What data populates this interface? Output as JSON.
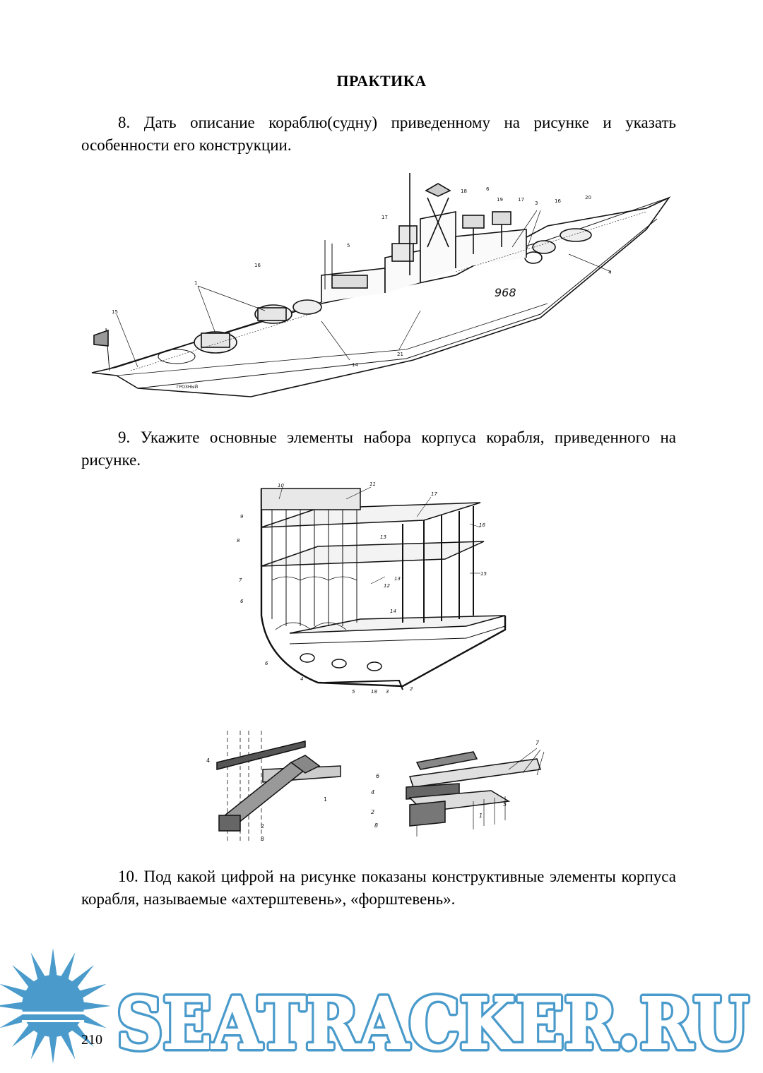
{
  "page": {
    "heading": "ПРАКТИКА",
    "page_number": "210"
  },
  "questions": [
    {
      "text": "8. Дать описание кораблю(судну) приведенному на рисунке и указать особенности его конструкции."
    },
    {
      "text": "9. Укажите основные элементы набора корпуса корабля, приведенного на рисунке."
    },
    {
      "text": "10. Под какой цифрой на рисунке показаны конструктивные элементы корпуса корабля, называемые «ахтерштевень», «форштевень»."
    }
  ],
  "figure_ship": {
    "callouts": [
      "18",
      "6",
      "19",
      "17",
      "3",
      "16",
      "20",
      "17",
      "5",
      "16",
      "1",
      "15",
      "14",
      "21",
      "4"
    ],
    "hull_number": "968",
    "ship_name": "ГРОЗНЫЙ"
  },
  "figure_frame": {
    "callouts": [
      "10",
      "11",
      "17",
      "9",
      "16",
      "8",
      "13",
      "7",
      "15",
      "6",
      "12",
      "13",
      "14",
      "6",
      "4",
      "5",
      "18",
      "3",
      "2"
    ]
  },
  "figure_joints_left": {
    "callouts": [
      "4",
      "1",
      "2",
      "3"
    ]
  },
  "figure_joints_right": {
    "callouts": [
      "7",
      "6",
      "4",
      "5",
      "2",
      "8",
      "1"
    ]
  },
  "watermark": {
    "text": "SEATRACKER.RU",
    "color": "#4a9bcb"
  }
}
